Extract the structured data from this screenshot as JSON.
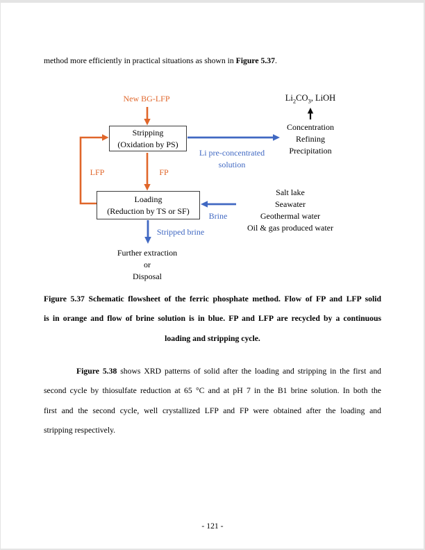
{
  "page": {
    "intro": {
      "before": "method more efficiently in practical situations as shown in ",
      "bold": "Figure 5.37",
      "after": "."
    },
    "page_number": "- 121 -"
  },
  "diagram": {
    "colors": {
      "orange": "#e0662a",
      "blue": "#4068c2",
      "ink": "#000000",
      "edge": "#e4e4e4"
    },
    "labels": {
      "new_bg_lfp": "New BG-LFP",
      "stripping_line1": "Stripping",
      "stripping_line2": "(Oxidation by PS)",
      "product": {
        "t1": "Li",
        "s1": "2",
        "t2": "CO",
        "s2": "3",
        "t3": ", LiOH"
      },
      "refine_steps": [
        "Concentration",
        "Refining",
        "Precipitation"
      ],
      "li_solution_line1": "Li pre-concentrated",
      "li_solution_line2": "solution",
      "lfp": "LFP",
      "fp": "FP",
      "loading_line1": "Loading",
      "loading_line2": "(Reduction by TS or SF)",
      "brine": "Brine",
      "sources": [
        "Salt lake",
        "Seawater",
        "Geothermal water",
        "Oil & gas produced water"
      ],
      "stripped_brine": "Stripped brine",
      "outputs": [
        "Further extraction",
        "or",
        "Disposal"
      ]
    }
  },
  "caption": {
    "line1": "Figure 5.37 Schematic flowsheet of the ferric phosphate method. Flow of FP and LFP solid",
    "line2": "is in orange and flow of brine solution is in blue. FP and LFP are recycled by a continuous",
    "line3": "loading and stripping cycle."
  },
  "body": {
    "line1_bold": "Figure 5.38",
    "line1_rest": " shows XRD patterns of solid after the loading and stripping in the first and",
    "line2": "second cycle by thiosulfate reduction at 65 °C and at pH 7 in the B1 brine solution. In both the",
    "line3": "first and the second cycle, well crystallized LFP and FP were obtained after the loading and",
    "line4": "stripping respectively."
  }
}
